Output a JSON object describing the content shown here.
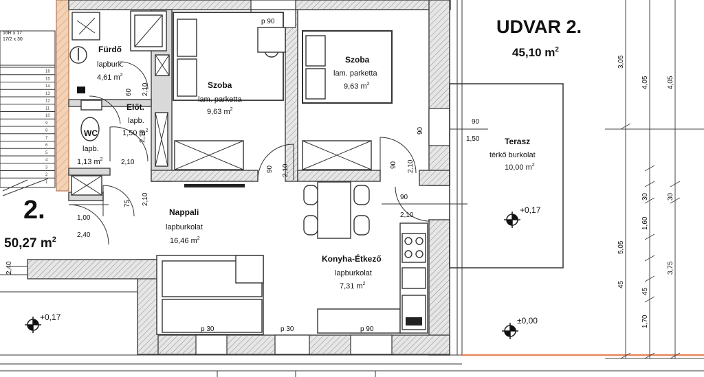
{
  "yard": {
    "name": "UDVAR 2.",
    "area": "45,10 m",
    "sup": "2"
  },
  "apartment": {
    "number": "2.",
    "area": "50,27 m",
    "sup": "2"
  },
  "rooms": {
    "bath": {
      "name": "Fürdő",
      "floor": "lapburk.",
      "area": "4,61 m",
      "sup": "2"
    },
    "hall": {
      "name": "Előt.",
      "floor": "lapb.",
      "area": "1,50 m",
      "sup": "2"
    },
    "wc": {
      "name": "WC",
      "floor": "lapb.",
      "area": "1,13 m",
      "sup": "2"
    },
    "room1": {
      "name": "Szoba",
      "floor": "lam. parketta",
      "area": "9,63 m",
      "sup": "2"
    },
    "room2": {
      "name": "Szoba",
      "floor": "lam. parketta",
      "area": "9,63 m",
      "sup": "2"
    },
    "living": {
      "name": "Nappali",
      "floor": "lapburkolat",
      "area": "16,46 m",
      "sup": "2"
    },
    "kitchen": {
      "name": "Konyha-Étkező",
      "floor": "lapburkolat",
      "area": "7,31 m",
      "sup": "2"
    },
    "terrace": {
      "name": "Terasz",
      "floor": "térkő burkolat",
      "area": "10,00 m",
      "sup": "2"
    }
  },
  "levels": {
    "terrace": "+0,17",
    "yard_left": "+0,17",
    "yard_right": "±0,00"
  },
  "window_labels": {
    "top": "p 90",
    "b1": "p 30",
    "b2": "p 30",
    "b3": "p 90"
  },
  "door_dims": {
    "hall_w": "90",
    "hall_h": "2,10",
    "room1_w": "90",
    "room1_h": "2,10",
    "room2_w": "90",
    "room2_h": "2,10",
    "terrace_w": "90",
    "terrace_h": "1,50",
    "kitchen_w": "90",
    "kitchen_h": "2,10",
    "entry_w": "1,00",
    "entry_h": "2,40",
    "bath_w": "75",
    "bath_h": "2,10",
    "left_mark": "2,40"
  },
  "bath_door_dims": {
    "w": "60",
    "h": "2,10"
  },
  "wc_door_dims": {
    "w": "2,10"
  },
  "right_dims": {
    "d1": "3,05",
    "d2": "4,05",
    "d3": "4,05",
    "e1": "30",
    "e2": "1,60",
    "e3": "5,05",
    "e4": "30",
    "e5": "3,75",
    "e6": "45",
    "e7": "1,70",
    "e8": "45"
  },
  "stair_note": {
    "l1": "16R x 17",
    "l2": "17/2 x 30"
  },
  "stair_steps": [
    "16",
    "15",
    "14",
    "13",
    "12",
    "11",
    "10",
    "9",
    "8",
    "7",
    "6",
    "5",
    "4",
    "3",
    "2",
    "1"
  ]
}
